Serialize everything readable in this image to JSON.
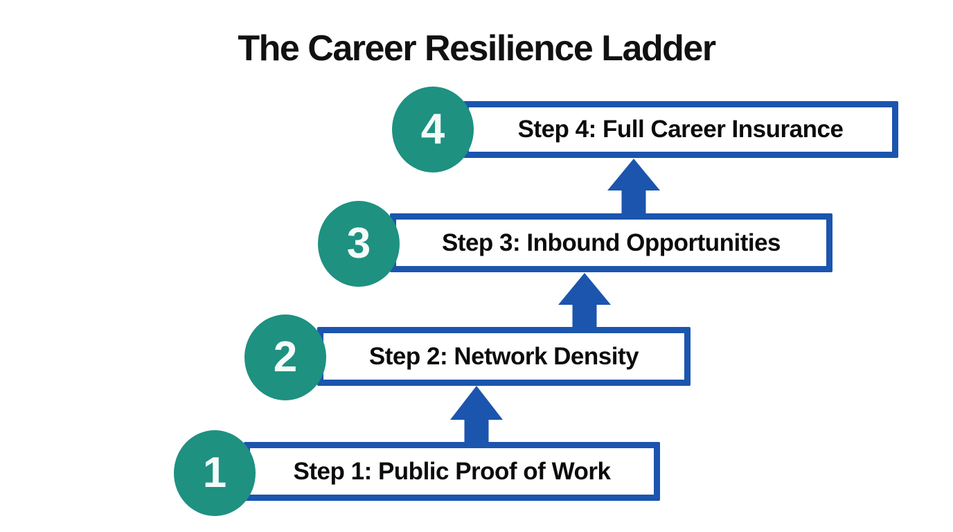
{
  "title": "The Career Resilience Ladder",
  "colors": {
    "accent_blue": "#1b55ae",
    "teal": "#1e9181",
    "text": "#111111",
    "background": "#ffffff"
  },
  "steps": [
    {
      "number": "1",
      "label": "Step 1: Public Proof of Work"
    },
    {
      "number": "2",
      "label": "Step 2: Network Density"
    },
    {
      "number": "3",
      "label": "Step 3: Inbound Opportunities"
    },
    {
      "number": "4",
      "label": "Step 4: Full Career Insurance"
    }
  ]
}
